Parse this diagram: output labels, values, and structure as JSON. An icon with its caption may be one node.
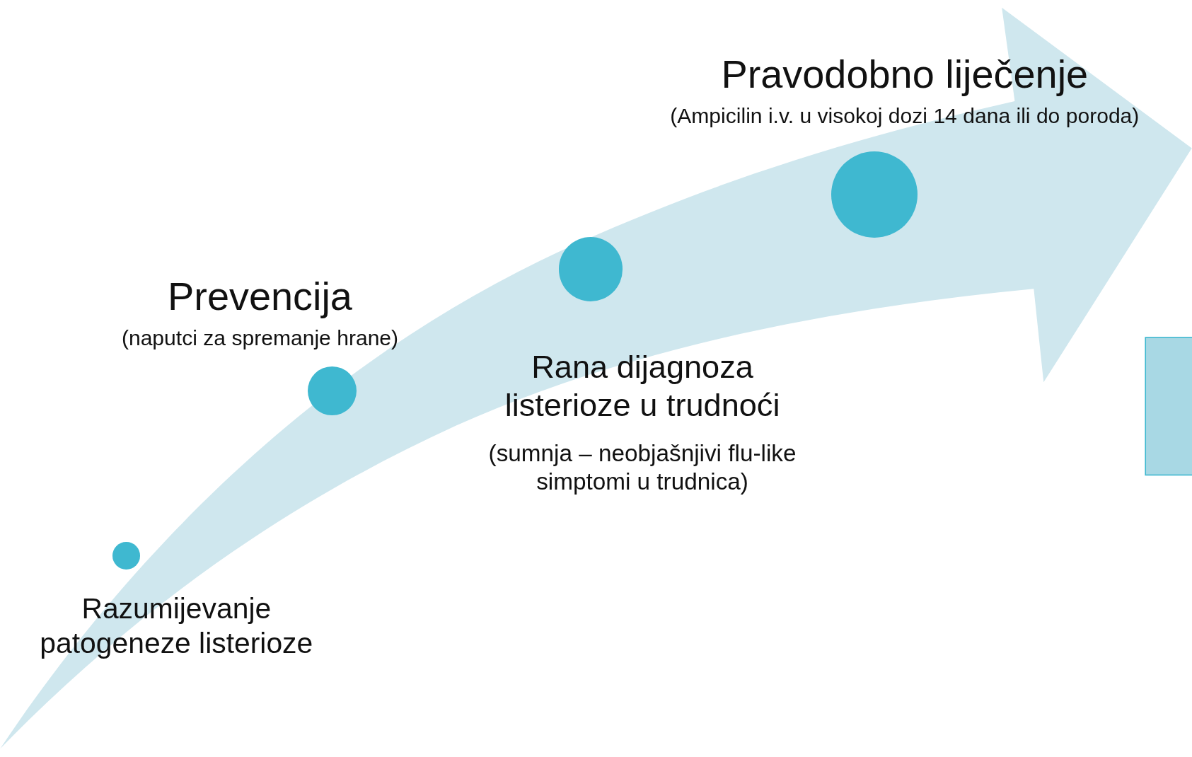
{
  "diagram": {
    "nodes": [
      {
        "text": [],
        "shape": "circle",
        "beside": [
          "Razumijevanje patogeneze listerioze"
        ]
      },
      {
        "text": [],
        "shape": "circle",
        "beside": [
          "Prevencija",
          "(naputci za spremanje hrane)"
        ]
      },
      {
        "text": [],
        "shape": "circle",
        "beside": [
          "Rana dijagnoza listerioze u trudnoći",
          "(sumnja – neobjašnjivi flu-like simptomi u trudnica)"
        ]
      },
      {
        "text": [],
        "shape": "circle",
        "beside": [
          "Pravodobno liječenje",
          "(Ampicilin i.v. u visokoj dozi 14 dana ili do poroda)"
        ]
      }
    ]
  }
}
